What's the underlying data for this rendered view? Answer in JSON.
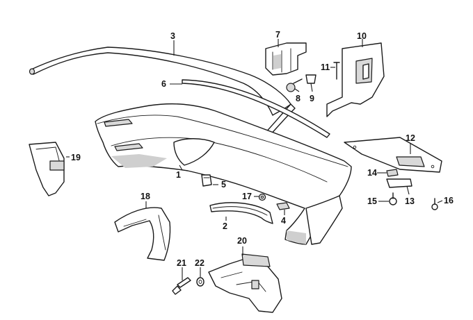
{
  "diagram": {
    "callouts": [
      {
        "id": "p1",
        "label": "1"
      },
      {
        "id": "p2",
        "label": "2"
      },
      {
        "id": "p3",
        "label": "3"
      },
      {
        "id": "p4",
        "label": "4"
      },
      {
        "id": "p5",
        "label": "5"
      },
      {
        "id": "p6",
        "label": "6"
      },
      {
        "id": "p7",
        "label": "7"
      },
      {
        "id": "p8",
        "label": "8"
      },
      {
        "id": "p9",
        "label": "9"
      },
      {
        "id": "p10",
        "label": "10"
      },
      {
        "id": "p11",
        "label": "11"
      },
      {
        "id": "p12",
        "label": "12"
      },
      {
        "id": "p13",
        "label": "13"
      },
      {
        "id": "p14",
        "label": "14"
      },
      {
        "id": "p15",
        "label": "15"
      },
      {
        "id": "p16",
        "label": "16"
      },
      {
        "id": "p17",
        "label": "17"
      },
      {
        "id": "p18",
        "label": "18"
      },
      {
        "id": "p19",
        "label": "19"
      },
      {
        "id": "p20",
        "label": "20"
      },
      {
        "id": "p21",
        "label": "21"
      },
      {
        "id": "p22",
        "label": "22"
      }
    ]
  }
}
